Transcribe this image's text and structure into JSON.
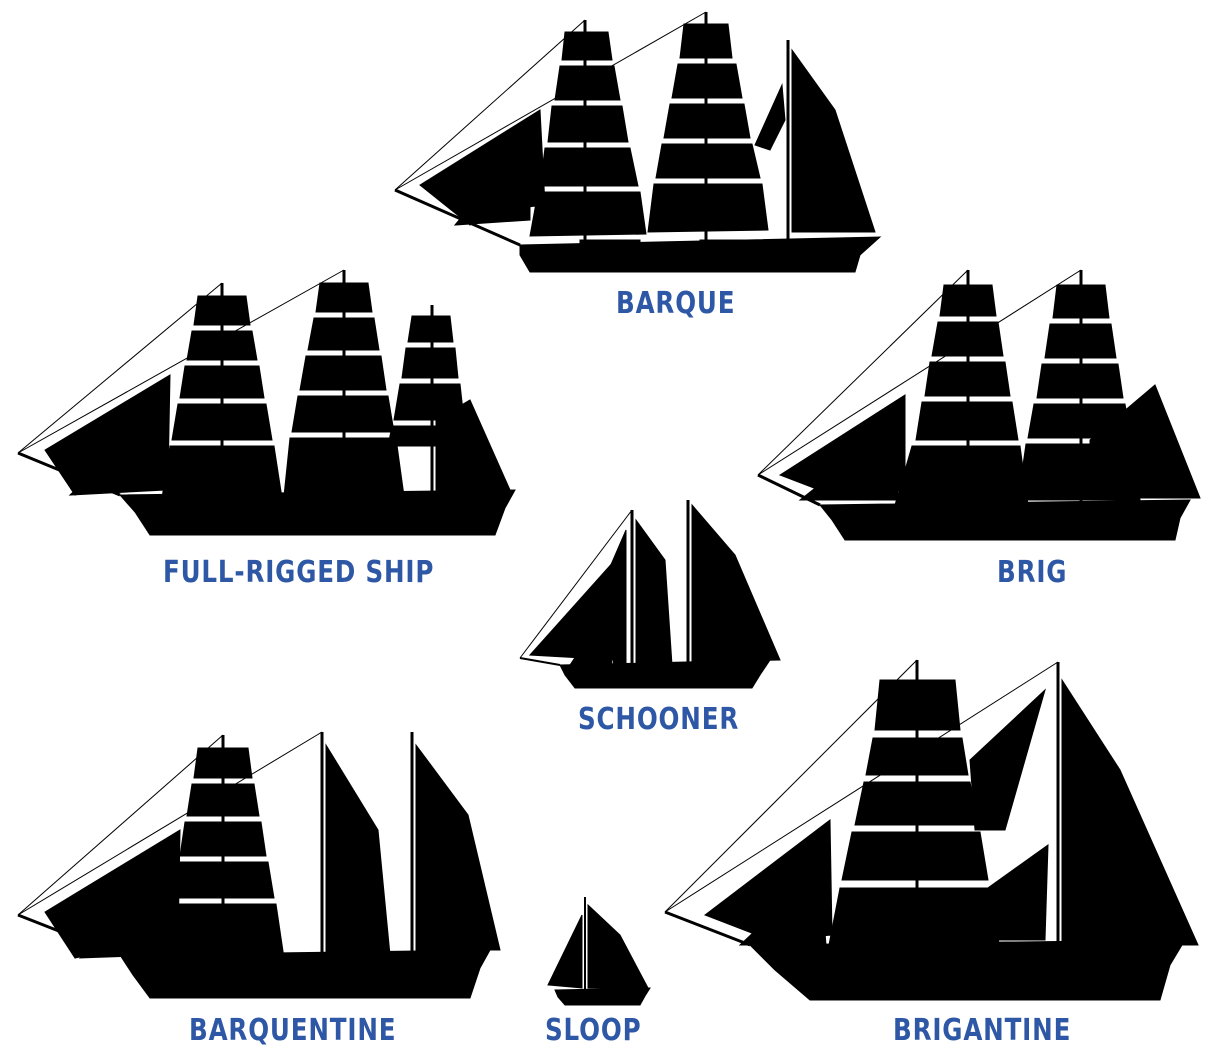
{
  "colors": {
    "label": "#2e58a6",
    "silhouette": "#000000",
    "background": "#ffffff"
  },
  "ships": [
    {
      "id": "barque",
      "label": "BARQUE",
      "masts": 3
    },
    {
      "id": "full-rigged-ship",
      "label": "FULL-RIGGED SHIP",
      "masts": 3
    },
    {
      "id": "brig",
      "label": "BRIG",
      "masts": 2
    },
    {
      "id": "schooner",
      "label": "SCHOONER",
      "masts": 2
    },
    {
      "id": "barquentine",
      "label": "BARQUENTINE",
      "masts": 3
    },
    {
      "id": "sloop",
      "label": "SLOOP",
      "masts": 1
    },
    {
      "id": "brigantine",
      "label": "BRIGANTINE",
      "masts": 2
    }
  ]
}
